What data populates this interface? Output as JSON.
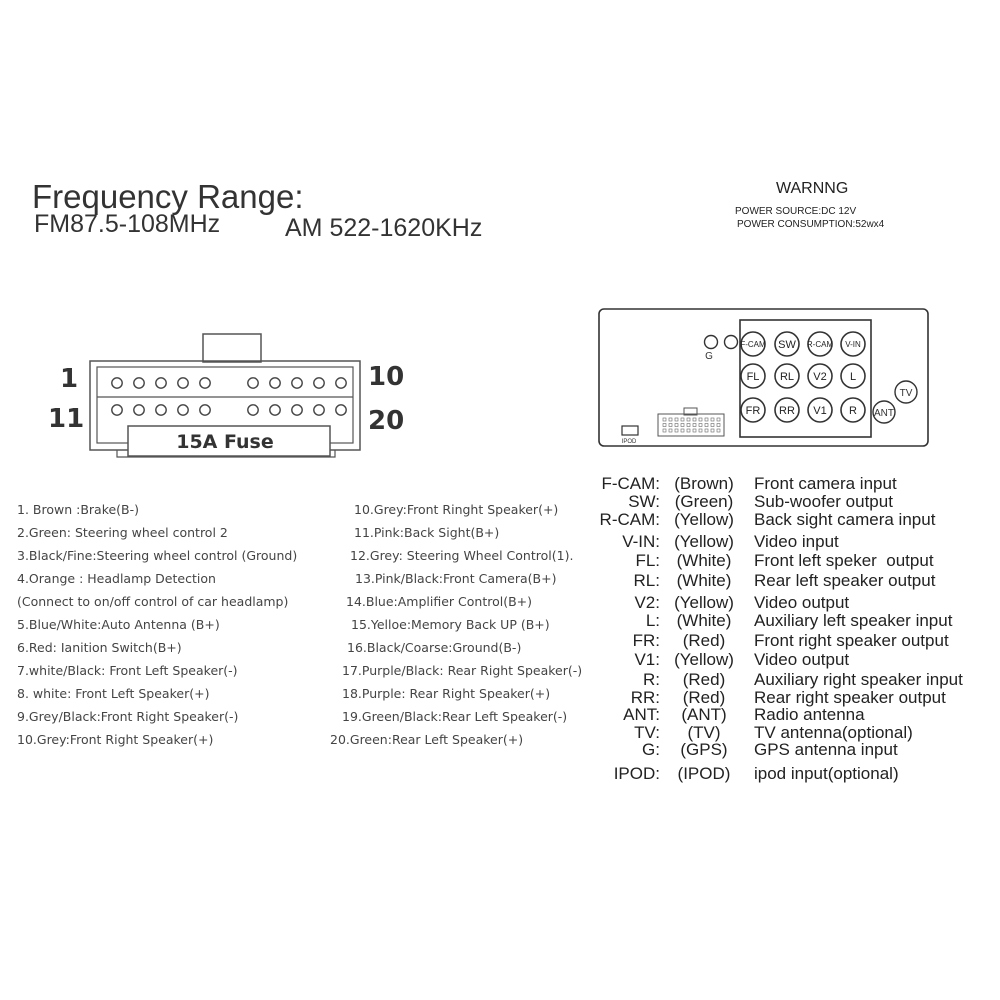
{
  "frequency": {
    "title": "Frequency Range:",
    "fm": "FM87.5-108MHz",
    "am": "AM 522-1620KHz"
  },
  "warning": {
    "title": "WARNNG",
    "power_source": "POWER SOURCE:DC 12V",
    "power_consumption": "POWER CONSUMPTION:52wx4"
  },
  "connector": {
    "label_1": "1",
    "label_10": "10",
    "label_11": "11",
    "label_20": "20",
    "fuse": "15A Fuse"
  },
  "wiring_left": [
    "1. Brown :Brake(B-)",
    "2.Green:   Steering wheel control 2",
    "3.Black/Fine:Steering wheel control (Ground)",
    "4.Orange : Headlamp Detection",
    "(Connect to on/off  control of car headlamp)",
    "5.Blue/White:Auto Antenna (B+)",
    "6.Red:  Ianition Switch(B+)",
    "7.white/Black: Front Left Speaker(-)",
    "8.    white: Front Left Speaker(+)",
    "9.Grey/Black:Front Right Speaker(-)",
    "10.Grey:Front Right Speaker(+)"
  ],
  "wiring_right": [
    "10.Grey:Front Ringht Speaker(+)",
    "11.Pink:Back Sight(B+)",
    "12.Grey: Steering Wheel Control(1).",
    "13.Pink/Black:Front Camera(B+)",
    "14.Blue:Amplifier Control(B+)",
    "15.Yelloe:Memory Back UP (B+)",
    "16.Black/Coarse:Ground(B-)",
    "17.Purple/Black: Rear Right Speaker(-)",
    "18.Purple: Rear Right Speaker(+)",
    "19.Green/Black:Rear Left Speaker(-)",
    "20.Green:Rear Left Speaker(+)"
  ],
  "panel": {
    "g_label": "G",
    "ipod_label": "IPOD",
    "tv_label": "TV",
    "ant_label": "ANT",
    "ports": [
      "F-CAM",
      "SW",
      "R-CAM",
      "V-IN",
      "FL",
      "RL",
      "V2",
      "L",
      "FR",
      "RR",
      "V1",
      "R"
    ]
  },
  "legend": [
    {
      "key": "F-CAM:",
      "color": "(Brown)",
      "desc": "Front camera input"
    },
    {
      "key": "SW:",
      "color": "(Green)",
      "desc": "Sub-woofer output"
    },
    {
      "key": "R-CAM:",
      "color": "(Yellow)",
      "desc": "Back sight camera input"
    },
    {
      "key": "V-IN:",
      "color": "(Yellow)",
      "desc": "Video input"
    },
    {
      "key": "FL:",
      "color": "(White)",
      "desc": "Front left speker  output"
    },
    {
      "key": "RL:",
      "color": "(White)",
      "desc": "Rear left speaker output"
    },
    {
      "key": "V2:",
      "color": "(Yellow)",
      "desc": "Video output"
    },
    {
      "key": "L:",
      "color": "(White)",
      "desc": "Auxiliary left speaker input"
    },
    {
      "key": "FR:",
      "color": "(Red)",
      "desc": "Front right speaker output"
    },
    {
      "key": "V1:",
      "color": "(Yellow)",
      "desc": "Video output"
    },
    {
      "key": "R:",
      "color": "(Red)",
      "desc": "Auxiliary right speaker input"
    },
    {
      "key": "RR:",
      "color": "(Red)",
      "desc": "Rear right speaker output"
    },
    {
      "key": "ANT:",
      "color": "(ANT)",
      "desc": "Radio antenna"
    },
    {
      "key": "TV:",
      "color": "(TV)",
      "desc": "TV antenna(optional)"
    },
    {
      "key": "G:",
      "color": "(GPS)",
      "desc": "GPS antenna input"
    },
    {
      "key": "IPOD:",
      "color": "(IPOD)",
      "desc": "ipod input(optional)"
    }
  ]
}
